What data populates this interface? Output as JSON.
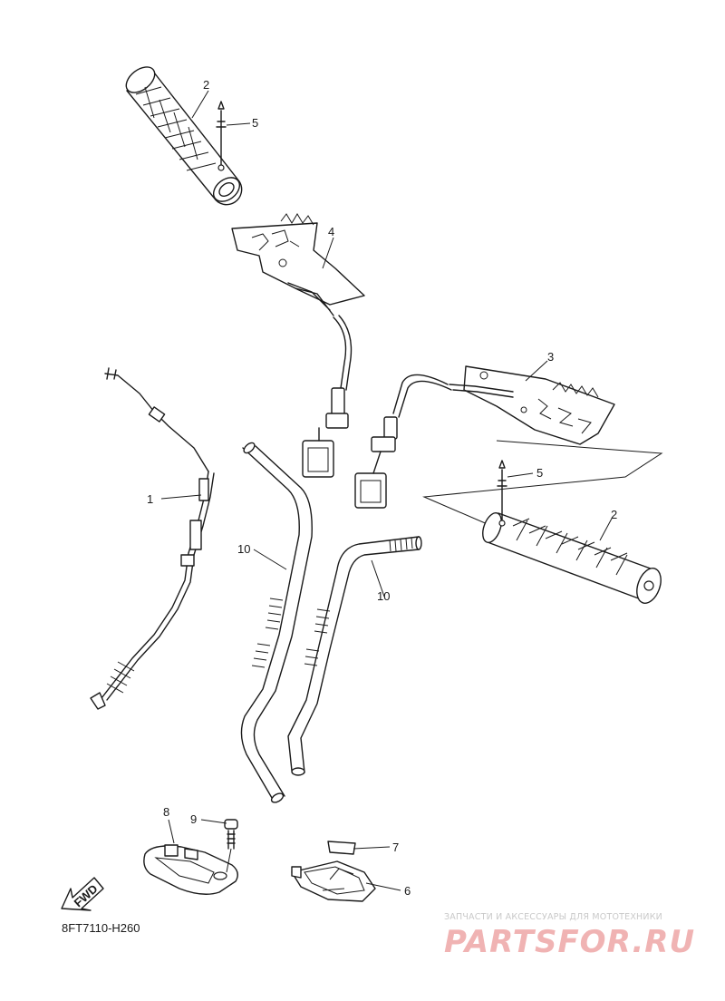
{
  "diagram": {
    "callouts": {
      "grip_left": "2",
      "grip_right": "2",
      "screw_left": "5",
      "screw_right": "5",
      "heater_left": "4",
      "heater_right": "3",
      "throttle_cable": "1",
      "hose_left": "10",
      "hose_right": "10",
      "cover": "8",
      "screw_cover": "9",
      "pad": "7",
      "holder": "6"
    },
    "fwd_label": "FWD",
    "part_code": "8FT7110-H260"
  },
  "watermark": {
    "caption": "ЗАПЧАСТИ И АКСЕССУАРЫ ДЛЯ МОТОТЕХНИКИ",
    "brand": "PARTSFOR.RU"
  }
}
